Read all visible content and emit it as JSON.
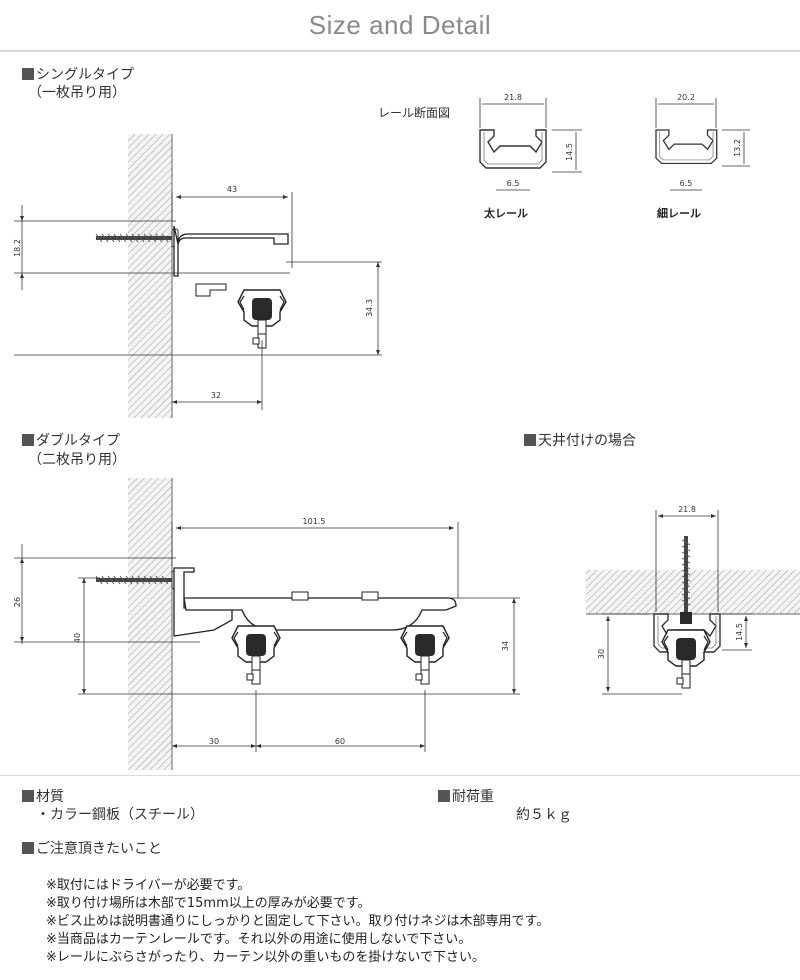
{
  "title": "Size and Detail",
  "single": {
    "heading": "シングルタイプ",
    "subheading": "（一枚吊り用）",
    "dims": {
      "width_top": "43",
      "height_left": "18.2",
      "height_right": "34.3",
      "width_bottom": "32"
    }
  },
  "rail_section": {
    "label": "レール断面図",
    "thick": {
      "name": "太レール",
      "width": "21.8",
      "height": "14.5",
      "opening": "6.5"
    },
    "thin": {
      "name": "細レール",
      "width": "20.2",
      "height": "13.2",
      "opening": "6.5"
    }
  },
  "double": {
    "heading": "ダブルタイプ",
    "subheading": "（二枚吊り用）",
    "dims": {
      "width_top": "101.5",
      "height_a": "26",
      "height_b": "40",
      "height_right": "34",
      "width_bottom_a": "30",
      "width_bottom_b": "60"
    }
  },
  "ceiling": {
    "heading": "天井付けの場合",
    "dims": {
      "width_top": "21.8",
      "height_left": "30",
      "height_right": "14.5"
    }
  },
  "material": {
    "heading": "材質",
    "value": "・カラー鋼板（スチール）"
  },
  "load": {
    "heading": "耐荷重",
    "value": "約５ｋｇ"
  },
  "cautions": {
    "heading": "ご注意頂きたいこと",
    "items": [
      "※取付にはドライバーが必要です。",
      "※取り付け場所は木部で15mm以上の厚みが必要です。",
      "※ビス止めは説明書通りにしっかりと固定して下さい。取り付けネジは木部専用です。",
      "※当商品はカーテンレールです。それ以外の用途に使用しないで下さい。",
      "※レールにぶらさがったり、カーテン以外の重いものを掛けないで下さい。"
    ]
  }
}
